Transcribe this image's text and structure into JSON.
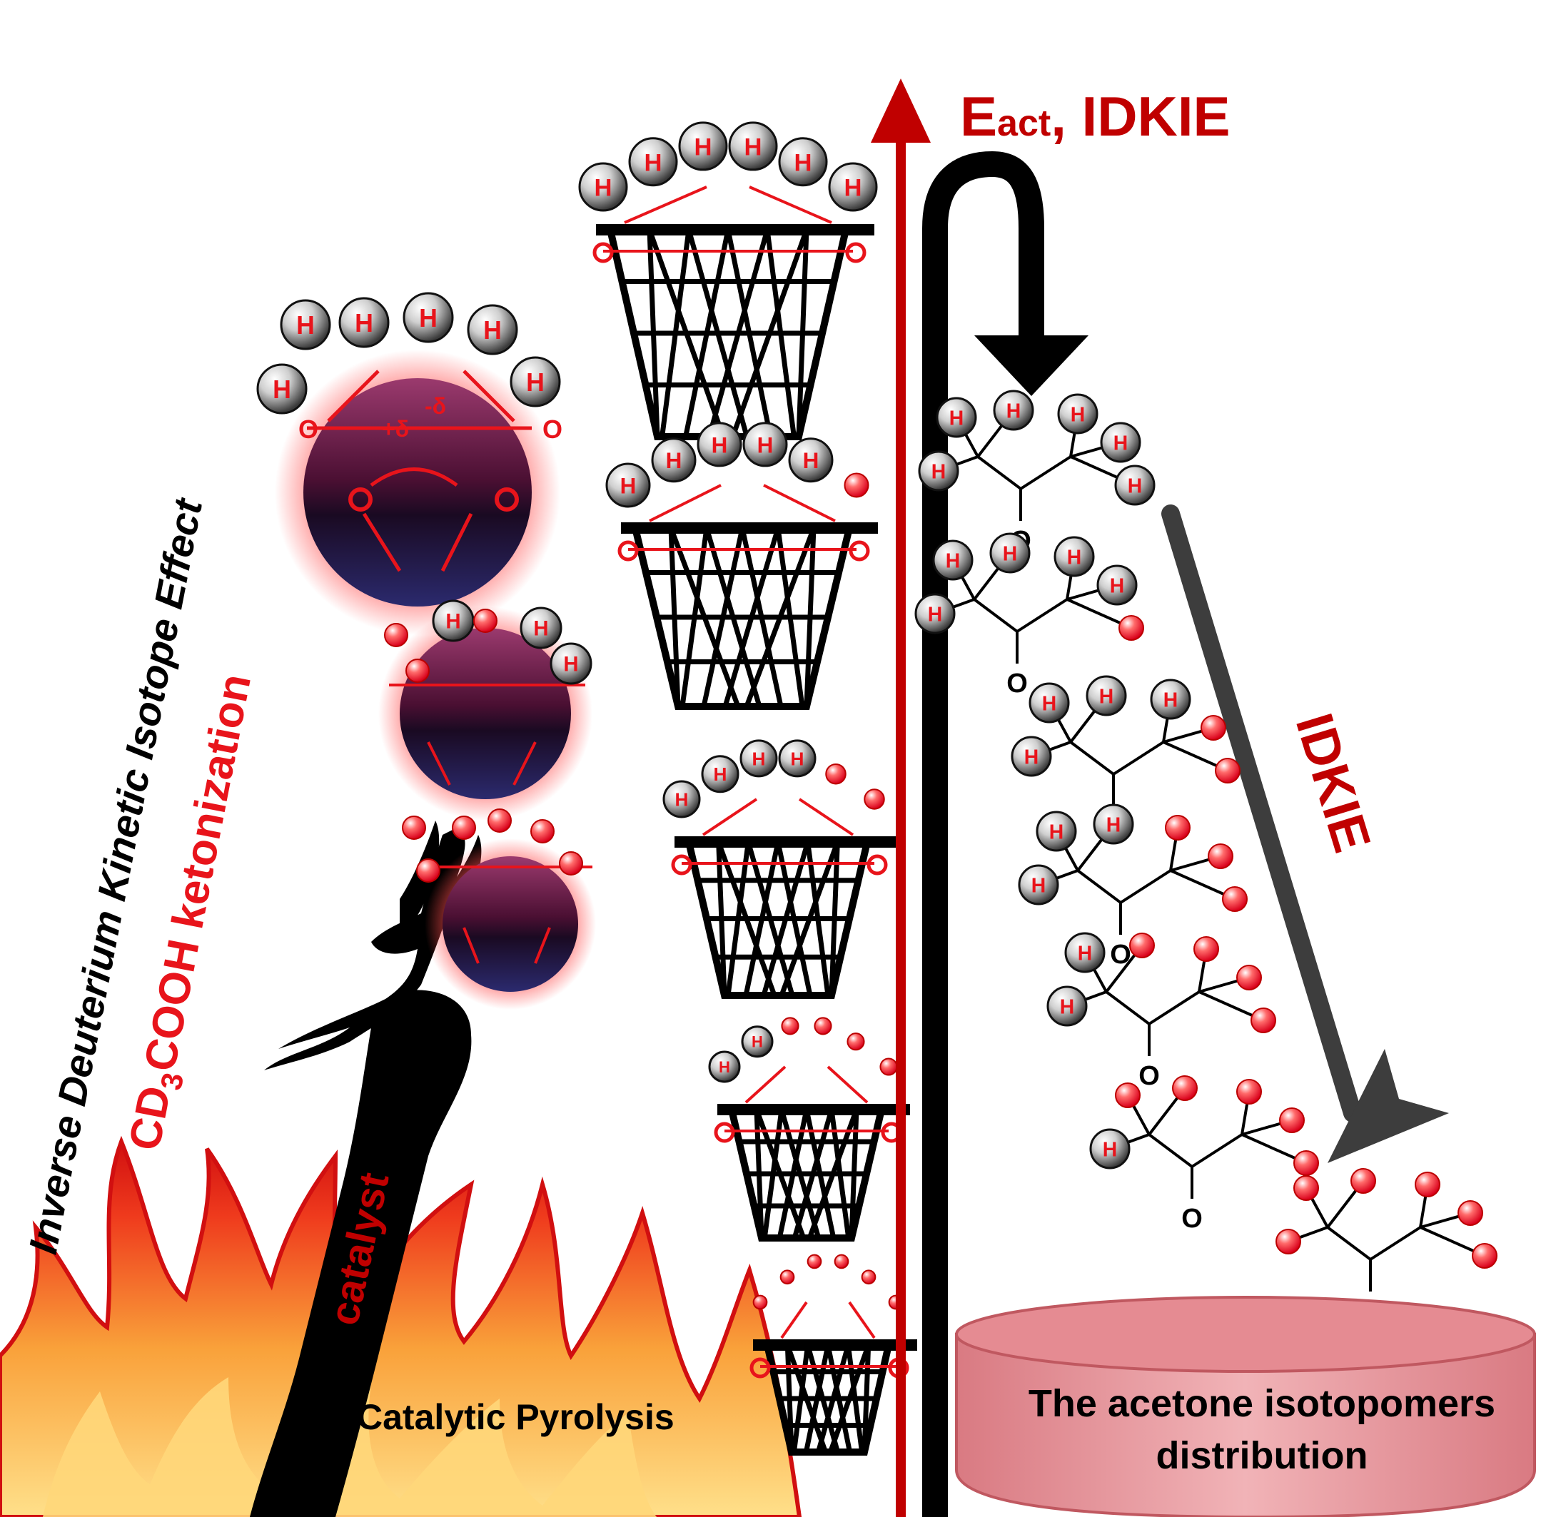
{
  "labels": {
    "eact_main": "E",
    "eact_sub": "act",
    "eact_rest": ", IDKIE",
    "idkie_vertical": "IDKIE",
    "inverse_effect": "Inverse Deuterium Kinetic Isotope Effect",
    "cd3cooh_cd": "CD",
    "cd3cooh_sub": "3",
    "cd3cooh_rest": "COOH ketonization",
    "catalyst": "catalyst",
    "catalytic_pyrolysis": "Catalytic Pyrolysis",
    "cylinder_line1": "The acetone  isotopomers",
    "cylinder_line2": "distribution",
    "atom_h": "H",
    "atom_o": "O",
    "delta_plus": "+δ",
    "delta_minus": "-δ"
  },
  "acetone_isotopomers_hydrogens": [
    6,
    5,
    4,
    3,
    2,
    1,
    0
  ],
  "colors": {
    "dark_red": "#c00000",
    "red": "#e8141b",
    "black": "#000000",
    "gray_arrow": "#3d3d3d",
    "cylinder": "#e7969b",
    "flame_orange": "#f47a20",
    "flame_yellow": "#ffd166",
    "sphere_core": "#5a1a4a"
  }
}
